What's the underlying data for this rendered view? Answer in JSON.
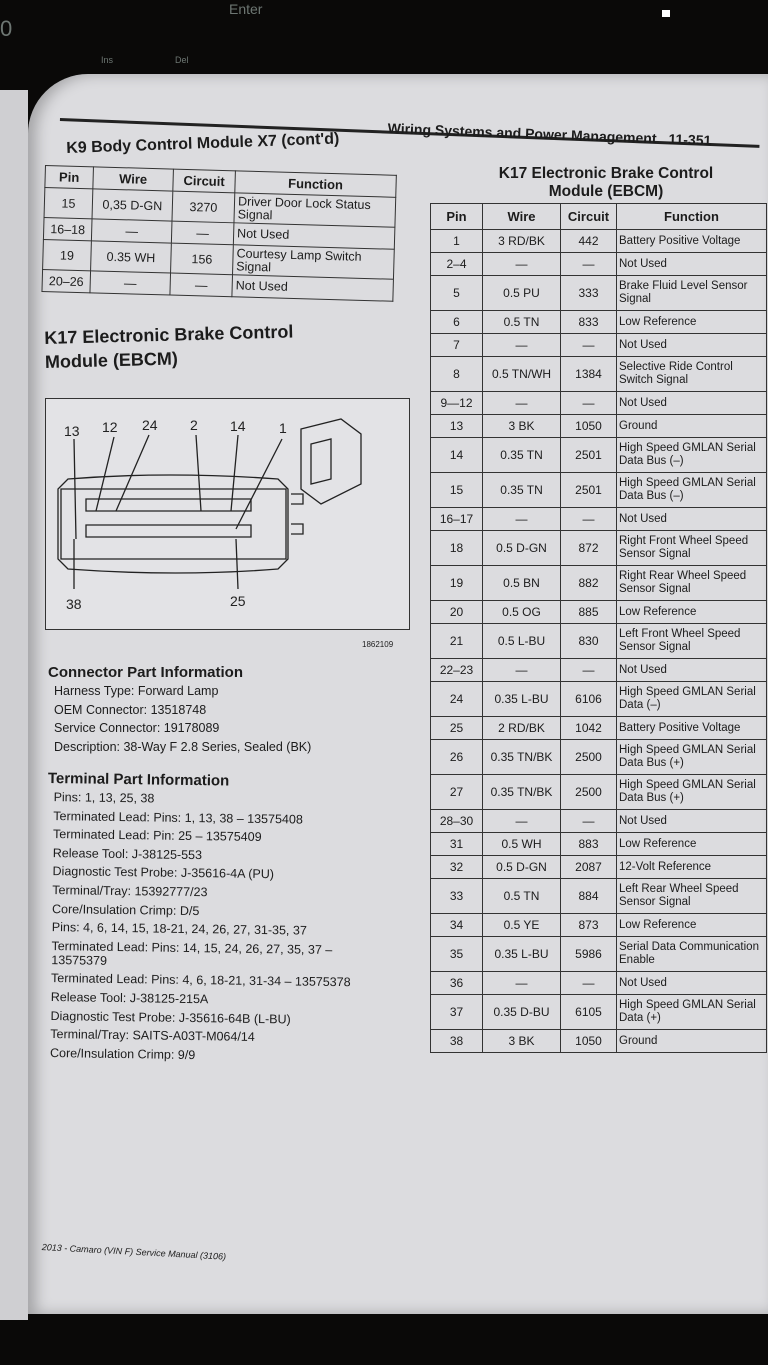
{
  "keyboard": {
    "keys": [
      "Enter",
      "Ins",
      "Del",
      "0"
    ]
  },
  "header": {
    "section": "Wiring Systems and Power Management",
    "page": "11-351"
  },
  "k9": {
    "title": "K9 Body Control Module X7 (cont'd)",
    "columns": [
      "Pin",
      "Wire",
      "Circuit",
      "Function"
    ],
    "rows": [
      [
        "15",
        "0,35 D-GN",
        "3270",
        "Driver Door Lock Status Signal"
      ],
      [
        "16–18",
        "—",
        "—",
        "Not Used"
      ],
      [
        "19",
        "0.35 WH",
        "156",
        "Courtesy Lamp Switch Signal"
      ],
      [
        "20–26",
        "—",
        "—",
        "Not Used"
      ]
    ]
  },
  "ebcm_left_title": "K17 Electronic Brake Control Module (EBCM)",
  "diagram": {
    "pin_labels_top": [
      "13",
      "12",
      "24",
      "2",
      "14",
      "1"
    ],
    "pin_labels_bottom": [
      "38",
      "25"
    ],
    "figure_number": "1862109"
  },
  "connector_info": {
    "title": "Connector Part Information",
    "lines": [
      "Harness Type: Forward Lamp",
      "OEM Connector: 13518748",
      "Service Connector: 19178089",
      "Description: 38-Way F 2.8 Series, Sealed (BK)"
    ]
  },
  "terminal_info": {
    "title": "Terminal Part Information",
    "lines": [
      "Pins: 1, 13, 25, 38",
      "Terminated Lead: Pins: 1, 13, 38 – 13575408",
      "Terminated Lead: Pin: 25 – 13575409",
      "Release Tool: J-38125-553",
      "Diagnostic Test Probe: J-35616-4A (PU)",
      "Terminal/Tray: 15392777/23",
      "Core/Insulation Crimp: D/5",
      "Pins: 4, 6, 14, 15, 18-21, 24, 26, 27, 31-35, 37",
      "Terminated Lead: Pins: 14, 15, 24, 26, 27, 35, 37 –",
      "13575379",
      "Terminated Lead: Pins: 4, 6, 18-21, 31-34 – 13575378",
      "Release Tool: J-38125-215A",
      "Diagnostic Test Probe: J-35616-64B (L-BU)",
      "Terminal/Tray: SAITS-A03T-M064/14",
      "Core/Insulation Crimp: 9/9"
    ]
  },
  "ebcm": {
    "title": "K17 Electronic Brake Control Module (EBCM)",
    "columns": [
      "Pin",
      "Wire",
      "Circuit",
      "Function"
    ],
    "rows": [
      [
        "1",
        "3 RD/BK",
        "442",
        "Battery Positive Voltage"
      ],
      [
        "2–4",
        "—",
        "—",
        "Not Used"
      ],
      [
        "5",
        "0.5 PU",
        "333",
        "Brake Fluid Level Sensor Signal"
      ],
      [
        "6",
        "0.5 TN",
        "833",
        "Low Reference"
      ],
      [
        "7",
        "—",
        "—",
        "Not Used"
      ],
      [
        "8",
        "0.5 TN/WH",
        "1384",
        "Selective Ride Control Switch Signal"
      ],
      [
        "9—12",
        "—",
        "—",
        "Not Used"
      ],
      [
        "13",
        "3 BK",
        "1050",
        "Ground"
      ],
      [
        "14",
        "0.35 TN",
        "2501",
        "High Speed GMLAN Serial Data Bus (–)"
      ],
      [
        "15",
        "0.35 TN",
        "2501",
        "High Speed GMLAN Serial Data Bus (–)"
      ],
      [
        "16–17",
        "—",
        "—",
        "Not Used"
      ],
      [
        "18",
        "0.5 D-GN",
        "872",
        "Right Front Wheel Speed Sensor Signal"
      ],
      [
        "19",
        "0.5 BN",
        "882",
        "Right Rear Wheel Speed Sensor Signal"
      ],
      [
        "20",
        "0.5 OG",
        "885",
        "Low Reference"
      ],
      [
        "21",
        "0.5 L-BU",
        "830",
        "Left Front Wheel Speed Sensor Signal"
      ],
      [
        "22–23",
        "—",
        "—",
        "Not Used"
      ],
      [
        "24",
        "0.35 L-BU",
        "6106",
        "High Speed GMLAN Serial Data (–)"
      ],
      [
        "25",
        "2 RD/BK",
        "1042",
        "Battery Positive Voltage"
      ],
      [
        "26",
        "0.35 TN/BK",
        "2500",
        "High Speed GMLAN Serial Data Bus (+)"
      ],
      [
        "27",
        "0.35 TN/BK",
        "2500",
        "High Speed GMLAN Serial Data Bus (+)"
      ],
      [
        "28–30",
        "—",
        "—",
        "Not Used"
      ],
      [
        "31",
        "0.5 WH",
        "883",
        "Low Reference"
      ],
      [
        "32",
        "0.5 D-GN",
        "2087",
        "12-Volt Reference"
      ],
      [
        "33",
        "0.5 TN",
        "884",
        "Left Rear Wheel Speed Sensor Signal"
      ],
      [
        "34",
        "0.5 YE",
        "873",
        "Low Reference"
      ],
      [
        "35",
        "0.35 L-BU",
        "5986",
        "Serial Data Communication Enable"
      ],
      [
        "36",
        "—",
        "—",
        "Not Used"
      ],
      [
        "37",
        "0.35 D-BU",
        "6105",
        "High Speed GMLAN Serial Data (+)"
      ],
      [
        "38",
        "3 BK",
        "1050",
        "Ground"
      ]
    ]
  },
  "footer": "2013 - Camaro (VIN F) Service Manual (3106)"
}
